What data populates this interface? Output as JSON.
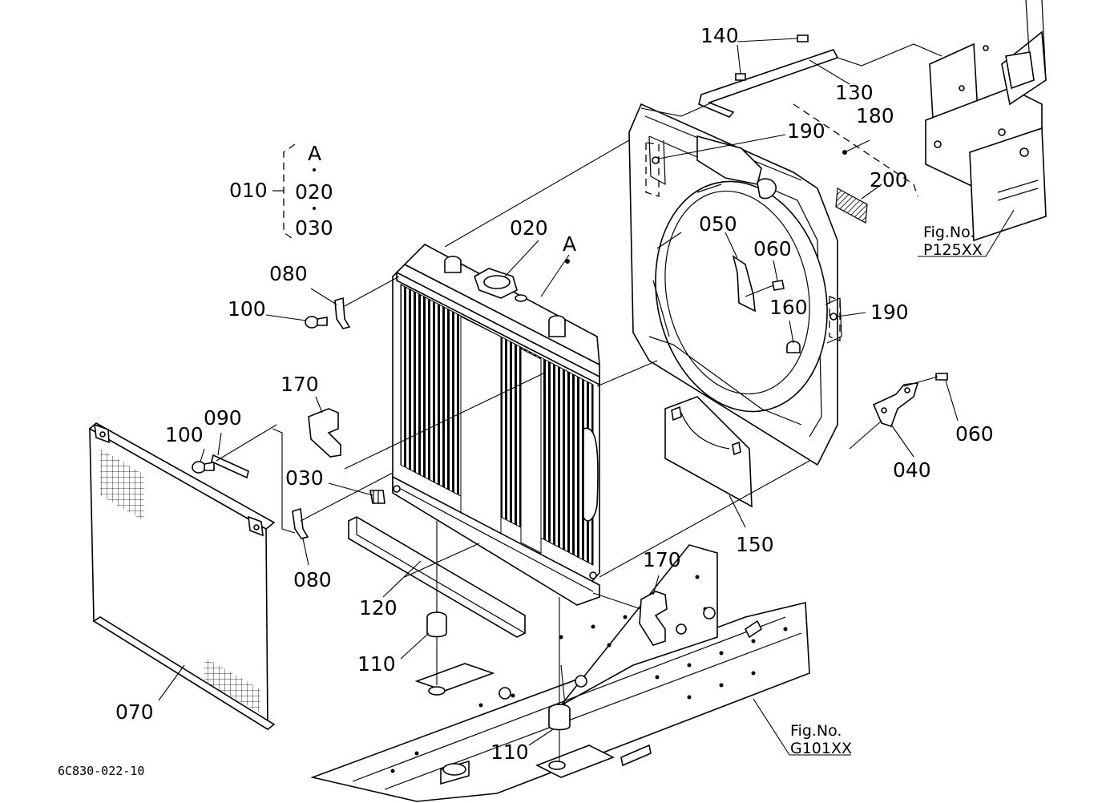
{
  "diagram_code": "6C830-022-10",
  "kit": {
    "parent": "010",
    "members": [
      "A",
      "020",
      "030"
    ]
  },
  "callouts": {
    "p020": "020",
    "p030": "030",
    "p040": "040",
    "p050": "050",
    "p060a": "060",
    "p060b": "060",
    "p070": "070",
    "p080a": "080",
    "p080b": "080",
    "p090": "090",
    "p100a": "100",
    "p100b": "100",
    "p110a": "110",
    "p110b": "110",
    "p120": "120",
    "p130": "130",
    "p140": "140",
    "p150": "150",
    "p160": "160",
    "p170a": "170",
    "p170b": "170",
    "p180": "180",
    "p190a": "190",
    "p190b": "190",
    "p200": "200",
    "markA": "A"
  },
  "figure_refs": [
    {
      "label": "Fig.No.",
      "number": "P125XX"
    },
    {
      "label": "Fig.No.",
      "number": "G101XX"
    }
  ]
}
